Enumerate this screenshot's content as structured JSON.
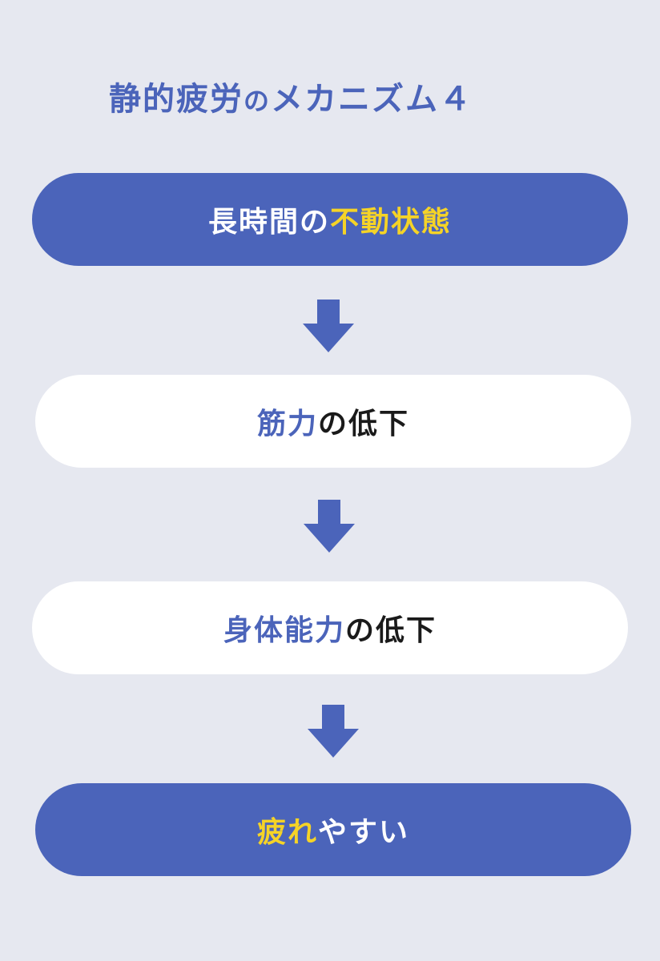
{
  "title": {
    "main": "静的疲労",
    "mid": "の",
    "rest": "メカニズム４"
  },
  "steps": [
    {
      "parts": [
        "長時間の",
        "不動状態"
      ]
    },
    {
      "parts": [
        "筋力",
        "の低下"
      ]
    },
    {
      "parts": [
        "身体能力",
        "の低下"
      ]
    },
    {
      "parts": [
        "疲れ",
        "やすい"
      ]
    }
  ],
  "colors": {
    "background": "#e6e8f0",
    "primary_blue": "#4b64ba",
    "highlight_yellow": "#f5d327",
    "white": "#ffffff",
    "text_black": "#1a1a1a"
  },
  "icons": [
    "down-arrow-icon",
    "down-arrow-icon",
    "down-arrow-icon"
  ]
}
